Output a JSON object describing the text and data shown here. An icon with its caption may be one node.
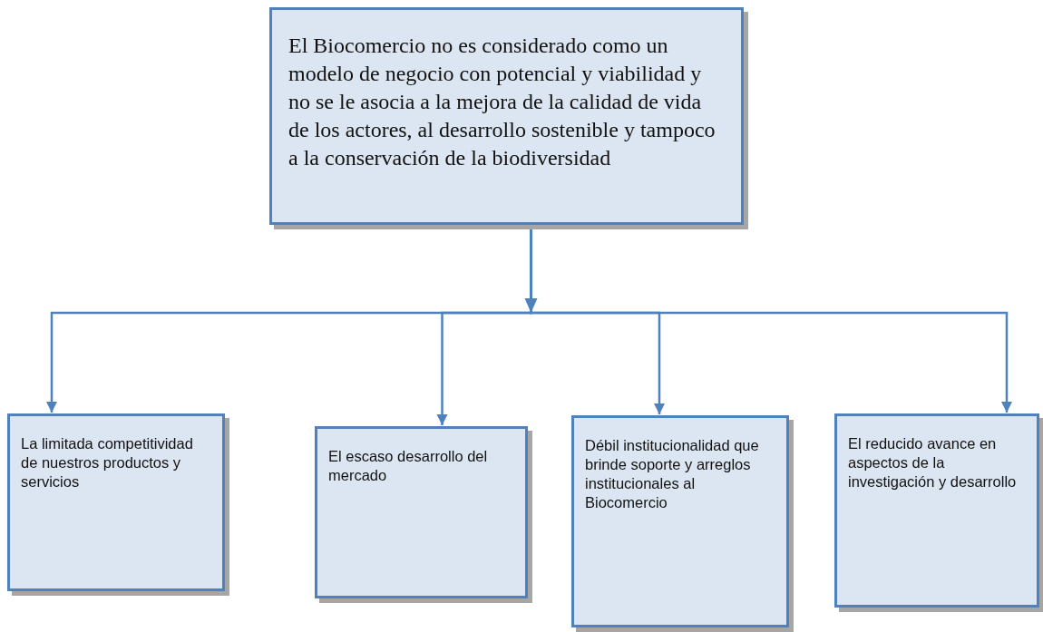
{
  "diagram": {
    "nodes": [
      {
        "text": [
          "El Biocomercio no es considerado como un modelo de negocio con potencial y viabilidad y no se le asocia a la mejora de la calidad de vida de los actores, al desarrollo sostenible y tampoco a la conservación de la biodiversidad"
        ]
      },
      {
        "text": [
          "La limitada competitividad de nuestros productos y servicios"
        ]
      },
      {
        "text": [
          "El escaso desarrollo del mercado"
        ]
      },
      {
        "text": [
          "Débil institucionalidad que brinde soporte y arreglos institucionales al Biocomercio"
        ]
      },
      {
        "text": [
          "El reducido avance en aspectos de la investigación y desarrollo"
        ]
      }
    ],
    "edges": [
      {
        "from": 0,
        "to": 1,
        "arrow": "to"
      },
      {
        "from": 0,
        "to": 2,
        "arrow": "to"
      },
      {
        "from": 0,
        "to": 3,
        "arrow": "to"
      },
      {
        "from": 0,
        "to": 4,
        "arrow": "to"
      }
    ]
  }
}
